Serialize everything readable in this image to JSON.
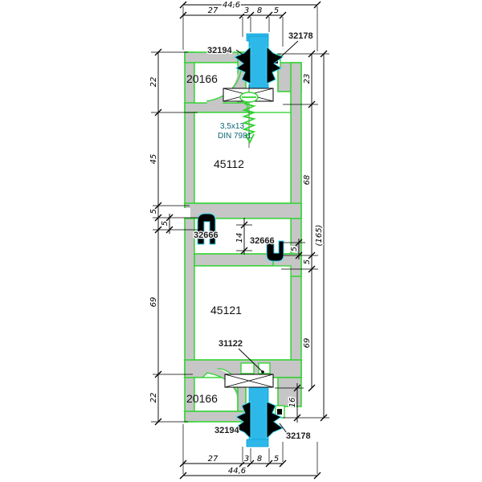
{
  "drawing": {
    "kind": "aluminium-profile-section-drawing",
    "parts": {
      "gasket_top": "32194",
      "glazing_gasket_top": "32178",
      "addon_profile_top": "20166",
      "profile_upper": "45112",
      "gasket_mid_left": "32666",
      "gasket_mid_right": "32666",
      "profile_lower": "45121",
      "insulating_bar": "31122",
      "addon_profile_bottom": "20166",
      "gasket_bottom": "32194",
      "glazing_gasket_bottom": "32178"
    },
    "screw": {
      "size": "3,5x13",
      "standard": "DIN 7981"
    },
    "dims_top": {
      "overall": "44,6",
      "d27": "27",
      "d3": "3",
      "d8": "8",
      "d5": "5"
    },
    "dims_bottom": {
      "overall": "44,6",
      "d27": "27",
      "d3": "3",
      "d8": "8",
      "d5": "5"
    },
    "dims_left": {
      "a22": "22",
      "a45": "45",
      "a5a": "5",
      "a5b": "5",
      "a69": "69",
      "b22": "22"
    },
    "dims_right": {
      "a23": "23",
      "a68": "68",
      "a5a": "5",
      "a5b": "5",
      "a69": "69",
      "a16": "16",
      "overall": "(165)"
    },
    "dims_mid": {
      "a14": "14"
    },
    "colors": {
      "profile_outline": "#2ed32e",
      "profile_fill": "#c6c6c6",
      "glass": "#2db8e9",
      "gasket": "#000000",
      "gasket_highlight": "#38d9f2",
      "dimension": "#000000"
    }
  }
}
